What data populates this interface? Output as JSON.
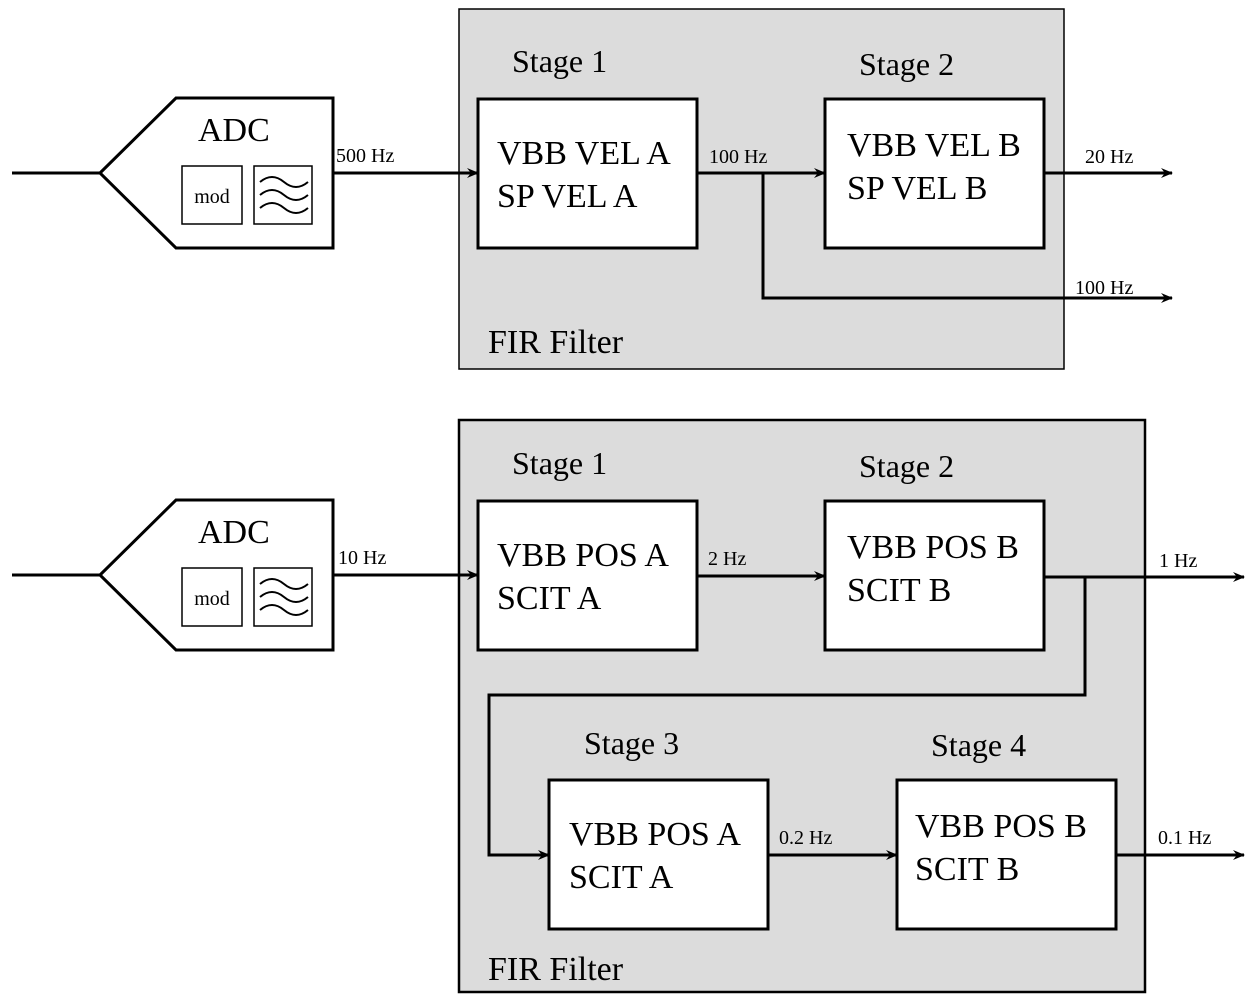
{
  "top": {
    "adc": {
      "label": "ADC",
      "mod_label": "mod",
      "filter_icon": "lowpass-filter-icon"
    },
    "input_rate": "500 Hz",
    "panel_label": "FIR Filter",
    "stage1": {
      "title": "Stage 1",
      "line1": "VBB VEL A",
      "line2": "SP VEL A"
    },
    "stage2": {
      "title": "Stage 2",
      "line1": "VBB VEL B",
      "line2": "SP VEL B"
    },
    "rate_s1_out": "100 Hz",
    "rate_s2_out": "20 Hz",
    "rate_branch_out": "100 Hz"
  },
  "bottom": {
    "adc": {
      "label": "ADC",
      "mod_label": "mod",
      "filter_icon": "lowpass-filter-icon"
    },
    "input_rate": "10 Hz",
    "panel_label": "FIR Filter",
    "stage1": {
      "title": "Stage 1",
      "line1": "VBB POS A",
      "line2": "SCIT A"
    },
    "stage2": {
      "title": "Stage 2",
      "line1": "VBB POS B",
      "line2": "SCIT B"
    },
    "stage3": {
      "title": "Stage 3",
      "line1": "VBB POS A",
      "line2": "SCIT A"
    },
    "stage4": {
      "title": "Stage 4",
      "line1": "VBB POS B",
      "line2": "SCIT B"
    },
    "rate_s1_out": "2 Hz",
    "rate_s2_out": "1 Hz",
    "rate_s3_out": "0.2 Hz",
    "rate_s4_out": "0.1 Hz"
  }
}
